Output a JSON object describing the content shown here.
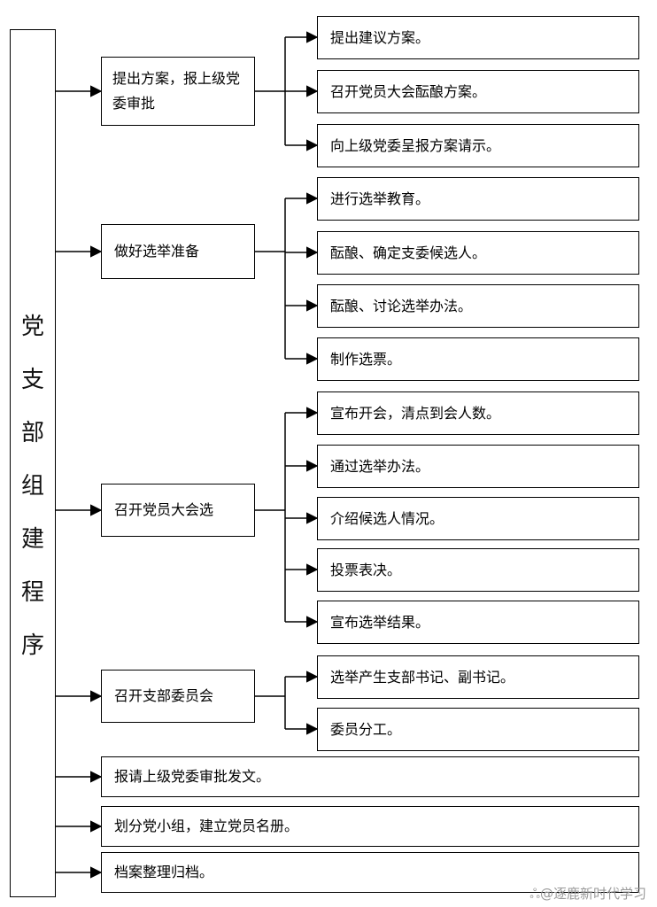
{
  "title": "党支部组建程序",
  "groups": [
    {
      "label": "提出方案，报上级党委审批",
      "steps": [
        "提出建议方案。",
        "召开党员大会酝酿方案。",
        "向上级党委呈报方案请示。"
      ]
    },
    {
      "label": "做好选举准备",
      "steps": [
        "进行选举教育。",
        "酝酿、确定支委候选人。",
        "酝酿、讨论选举办法。",
        "制作选票。"
      ]
    },
    {
      "label": "召开党员大会选",
      "steps": [
        "宣布开会，清点到会人数。",
        "通过选举办法。",
        "介绍候选人情况。",
        "投票表决。",
        "宣布选举结果。"
      ]
    },
    {
      "label": "召开支部委员会",
      "steps": [
        "选举产生支部书记、副书记。",
        "委员分工。"
      ]
    }
  ],
  "final_steps": [
    "报请上级党委审批发文。",
    "划分党小组，建立党员名册。",
    "档案整理归档。"
  ],
  "watermark": "逐鹿新时代学习"
}
